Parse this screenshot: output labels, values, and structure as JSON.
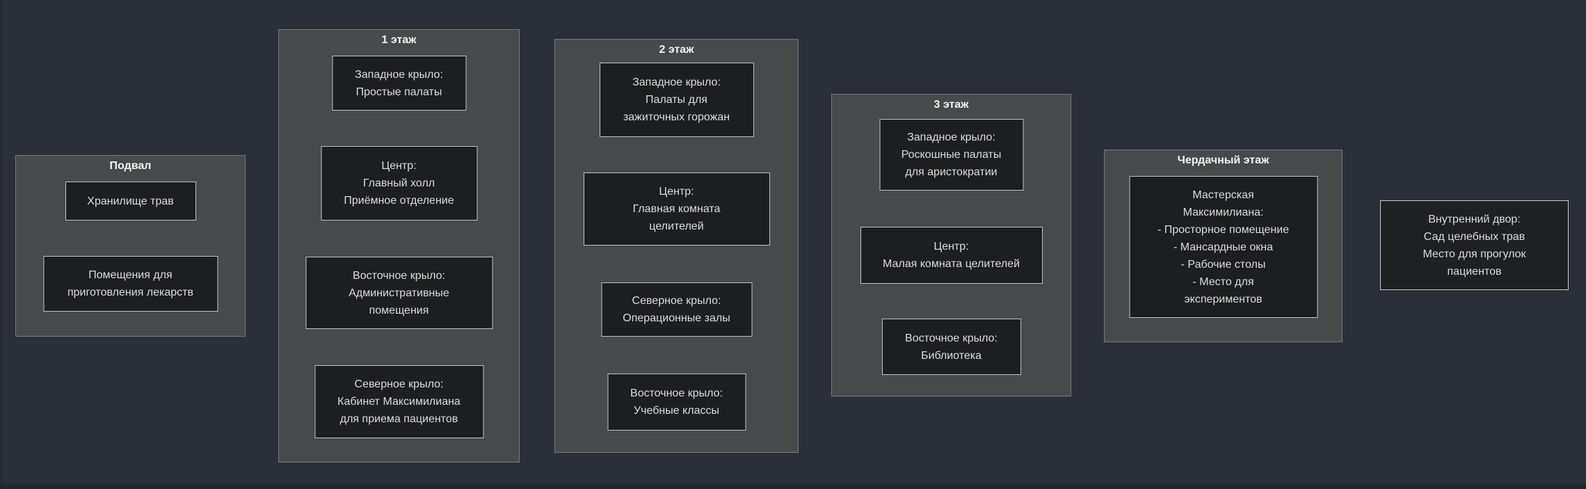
{
  "colors": {
    "page_background": "#2a2f3a",
    "group_fill": "#47494b",
    "group_border": "#757b83",
    "node_fill": "#1d1e1f",
    "node_border": "#c0c3c6",
    "title_text": "#f2f2f2",
    "node_text": "#dcdcdc"
  },
  "diagram": {
    "groups": [
      {
        "title": "Подвал",
        "boxes": [
          {
            "text": "Хранилище трав"
          },
          {
            "text": "Помещения для\nприготовления лекарств"
          }
        ]
      },
      {
        "title": "1 этаж",
        "boxes": [
          {
            "text": "Западное крыло:\nПростые палаты"
          },
          {
            "text": "Центр:\nГлавный холл\nПриёмное отделение"
          },
          {
            "text": "Восточное крыло:\nАдминистративные\nпомещения"
          },
          {
            "text": "Северное крыло:\nКабинет Максимилиана\nдля приема пациентов"
          }
        ]
      },
      {
        "title": "2 этаж",
        "boxes": [
          {
            "text": "Западное крыло:\nПалаты для\nзажиточных горожан"
          },
          {
            "text": "Центр:\nГлавная комната\nцелителей"
          },
          {
            "text": "Северное крыло:\nОперационные залы"
          },
          {
            "text": "Восточное крыло:\nУчебные классы"
          }
        ]
      },
      {
        "title": "3 этаж",
        "boxes": [
          {
            "text": "Западное крыло:\nРоскошные палаты\nдля аристократии"
          },
          {
            "text": "Центр:\nМалая комната целителей"
          },
          {
            "text": "Восточное крыло:\nБиблиотека"
          }
        ]
      },
      {
        "title": "Чердачный этаж",
        "boxes": [
          {
            "text": "Мастерская\nМаксимилиана:\n- Просторное помещение\n- Мансардные окна\n- Рабочие столы\n- Место для\nэкспериментов"
          }
        ]
      }
    ],
    "standalone_node": {
      "text": "Внутренний двор:\nСад целебных трав\nМесто для прогулок\nпациентов"
    }
  }
}
